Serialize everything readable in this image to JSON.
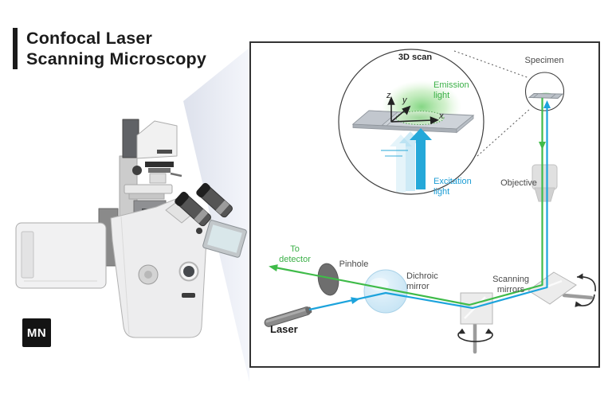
{
  "title": {
    "line1": "Confocal Laser",
    "line2": "Scanning Microscopy"
  },
  "logo": "MN",
  "inset": {
    "title": "3D scan",
    "emission_light": [
      "Emission",
      "light"
    ],
    "excitation_light": [
      "Excitation",
      "light"
    ],
    "axes": {
      "x": "x",
      "y": "y",
      "z": "z"
    }
  },
  "diagram": {
    "specimen": "Specimen",
    "objective": "Objective",
    "scanning_mirrors": [
      "Scanning",
      "mirrors"
    ],
    "dichroic_mirror": [
      "Dichroic",
      "mirror"
    ],
    "pinhole": "Pinhole",
    "to_detector": [
      "To",
      "detector"
    ],
    "laser": "Laser"
  },
  "colors": {
    "emission_green": "#3fbb49",
    "excitation_blue": "#1ca3dc",
    "dichroic_fill": "#cfe7f4",
    "label_gray": "#4a4a4a",
    "accent_black": "#1a1a1a"
  }
}
